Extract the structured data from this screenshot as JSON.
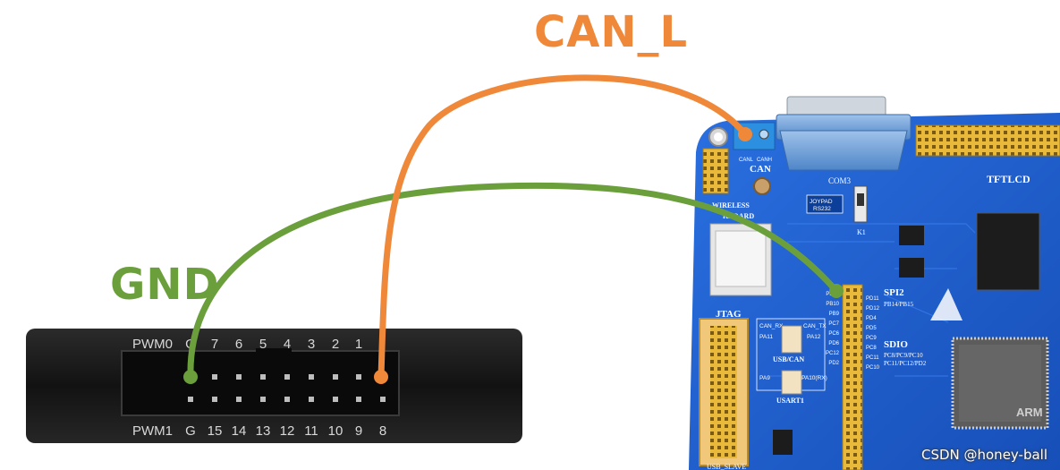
{
  "labels": {
    "can_wire": "CAN_L",
    "gnd_wire": "GND"
  },
  "connector": {
    "top_row_label": "PWM0",
    "top_pins": [
      "G",
      "7",
      "6",
      "5",
      "4",
      "3",
      "2",
      "1"
    ],
    "bottom_row_label": "PWM1",
    "bottom_pins": [
      "G",
      "15",
      "14",
      "13",
      "12",
      "11",
      "10",
      "9",
      "8"
    ]
  },
  "board": {
    "can_pin_labels": [
      "CANL",
      "CANH"
    ],
    "can": "CAN",
    "com3": "COM3",
    "tftlcd": "TFTLCD",
    "wireless": "WIRELESS",
    "keyboard": "KBOARD",
    "spi2": "SPI2",
    "spi2_pins": "PB14/PB15",
    "sdio": "SDIO",
    "sdio_pins_1": "PC8/PC9/PC10",
    "sdio_pins_2": "PC11/PC12/PD2",
    "jtag": "JTAG",
    "usb_can": "USB/CAN",
    "usart1": "USART1",
    "k1": "K1",
    "joypad": "JOYPAD",
    "rs232": "RS232",
    "can_rx": "CAN_RX",
    "can_tx": "CAN_TX",
    "pa11": "PA11",
    "pa12": "PA12",
    "pa9": "PA9",
    "pa10": "PA10(RX)",
    "usb_slave": "USB_SLAVE",
    "arm": "ARM",
    "header_pins": [
      "PB14",
      "PD11",
      "PB10",
      "PD12",
      "PB9",
      "PD4",
      "PC7",
      "PD5",
      "PC6",
      "PC9",
      "PD6",
      "PC8",
      "PC12",
      "PC11",
      "PD2",
      "PC10"
    ]
  },
  "watermark": "CSDN @honey-ball",
  "colors": {
    "can_wire": "#f0883a",
    "gnd_wire": "#6a9f3c",
    "board_blue": "#1f5fd0",
    "connector_body": "#151515"
  }
}
